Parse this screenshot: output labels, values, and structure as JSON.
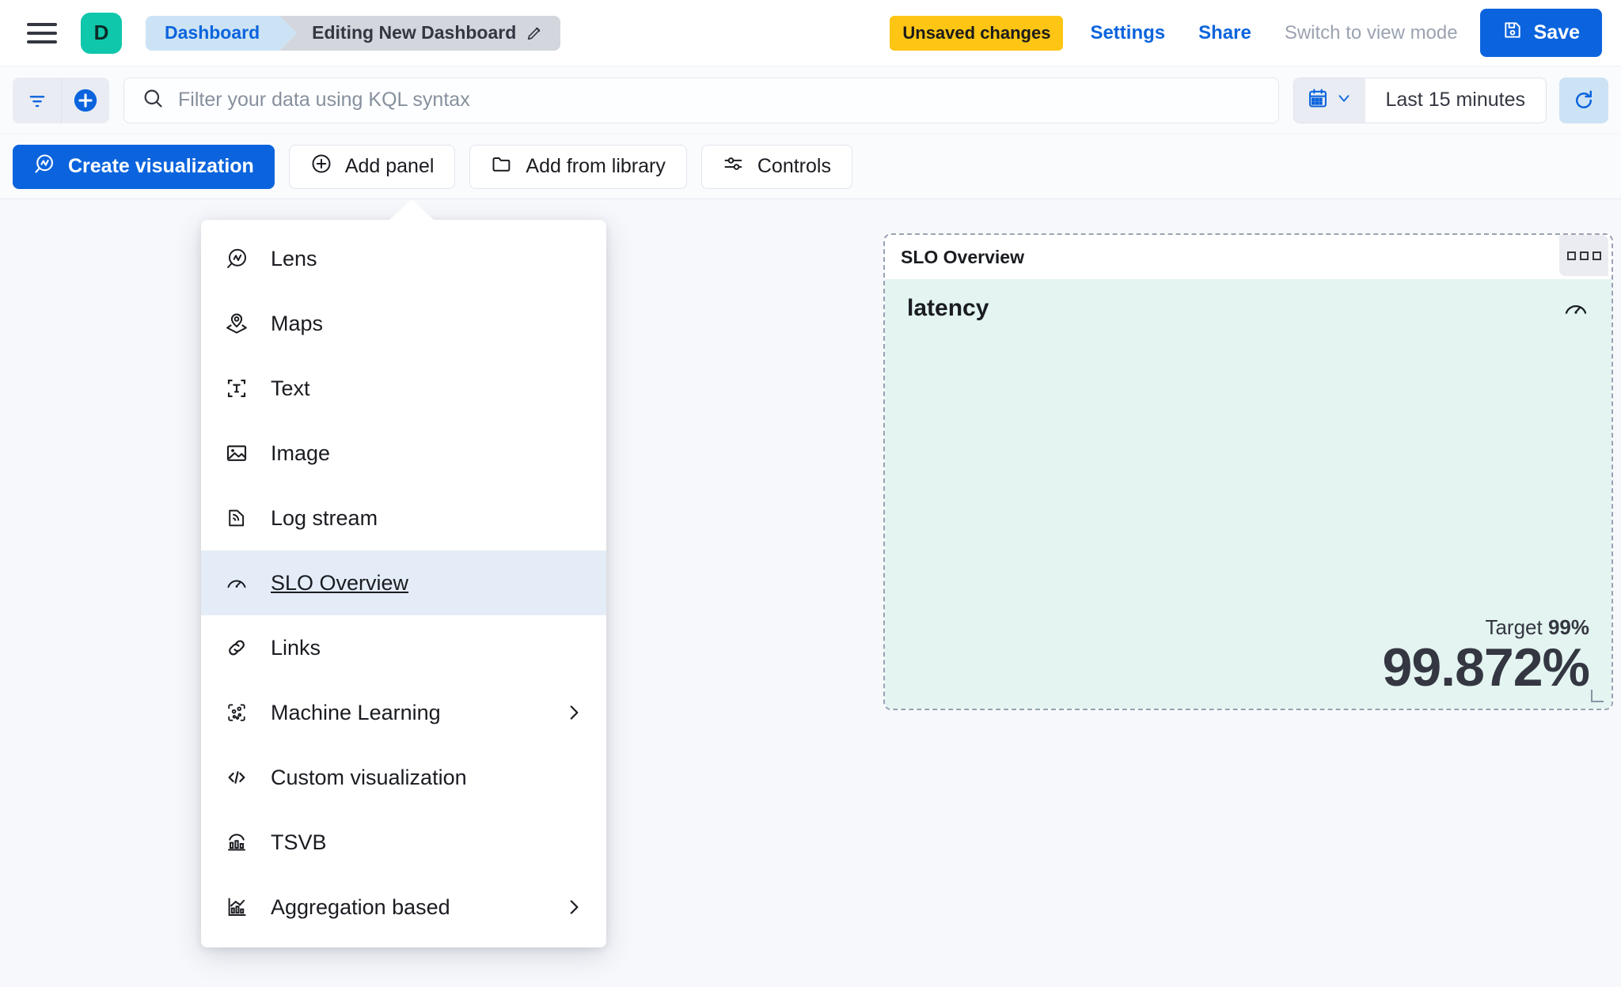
{
  "header": {
    "menu_icon": "hamburger-menu-icon",
    "space_initial": "D",
    "breadcrumbs": [
      {
        "label": "Dashboard",
        "active": false
      },
      {
        "label": "Editing New Dashboard",
        "active": true,
        "icon": "pencil-icon"
      }
    ],
    "unsaved_badge": "Unsaved changes",
    "settings_label": "Settings",
    "share_label": "Share",
    "switch_view_label": "Switch to view mode",
    "save_label": "Save",
    "save_icon": "save-disk-icon",
    "accent_blue": "#0B64DD",
    "warning_yellow": "#FEC514",
    "space_color": "#0FC7AB"
  },
  "query_bar": {
    "filter_icon": "filter-icon",
    "add_filter_icon": "plus-circle-icon",
    "search_icon": "search-icon",
    "placeholder": "Filter your data using KQL syntax",
    "value": "",
    "date_picker_icon": "calendar-icon",
    "date_picker_chevron": "chevron-down-icon",
    "time_range": "Last 15 minutes",
    "refresh_icon": "refresh-icon"
  },
  "toolbar": {
    "buttons": [
      {
        "label": "Create visualization",
        "icon": "lens-icon",
        "primary": true
      },
      {
        "label": "Add panel",
        "icon": "plus-circle-icon",
        "primary": false
      },
      {
        "label": "Add from library",
        "icon": "folder-icon",
        "primary": false
      },
      {
        "label": "Controls",
        "icon": "controls-sliders-icon",
        "primary": false
      }
    ]
  },
  "add_panel_menu": {
    "items": [
      {
        "label": "Lens",
        "icon": "lens-icon",
        "selected": false,
        "submenu": false
      },
      {
        "label": "Maps",
        "icon": "map-marker-icon",
        "selected": false,
        "submenu": false
      },
      {
        "label": "Text",
        "icon": "text-box-icon",
        "selected": false,
        "submenu": false
      },
      {
        "label": "Image",
        "icon": "image-icon",
        "selected": false,
        "submenu": false
      },
      {
        "label": "Log stream",
        "icon": "log-stream-icon",
        "selected": false,
        "submenu": false
      },
      {
        "label": "SLO Overview",
        "icon": "gauge-icon",
        "selected": true,
        "submenu": false
      },
      {
        "label": "Links",
        "icon": "link-icon",
        "selected": false,
        "submenu": false
      },
      {
        "label": "Machine Learning",
        "icon": "ml-nodes-icon",
        "selected": false,
        "submenu": true
      },
      {
        "label": "Custom visualization",
        "icon": "code-icon",
        "selected": false,
        "submenu": false
      },
      {
        "label": "TSVB",
        "icon": "tsvb-chart-icon",
        "selected": false,
        "submenu": false
      },
      {
        "label": "Aggregation based",
        "icon": "agg-chart-icon",
        "selected": false,
        "submenu": true
      }
    ]
  },
  "slo_panel": {
    "title": "SLO Overview",
    "context_menu_icon": "panel-context-menu-icon",
    "slo_name": "latency",
    "slo_icon": "gauge-icon",
    "target_label": "Target",
    "target_value": "99%",
    "current_value": "99.872%",
    "background_color": "#E3F4F1",
    "resize_handle": "resize-grip-icon"
  }
}
